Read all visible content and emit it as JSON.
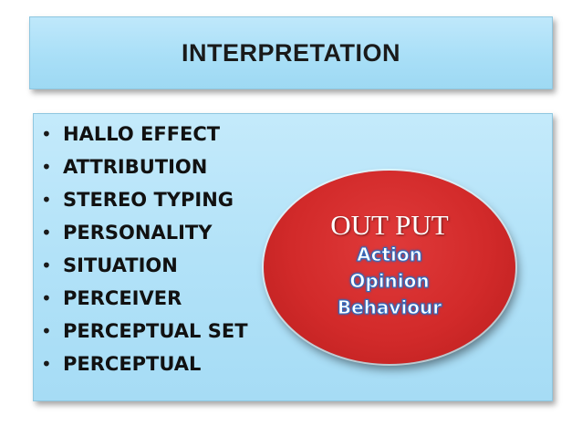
{
  "slide": {
    "title": "INTERPRETATION",
    "bullets": [
      "HALLO EFFECT",
      "ATTRIBUTION",
      "STEREO TYPING",
      "PERSONALITY",
      "SITUATION",
      "PERCEIVER",
      "PERCEPTUAL SET",
      "PERCEPTUAL"
    ],
    "bullet_glyph": "•",
    "output": {
      "heading": "OUT PUT",
      "lines": [
        "Action",
        "Opinion",
        "Behaviour"
      ]
    }
  },
  "colors": {
    "box_fill": "#b2e2f8",
    "oval_fill": "#d22a2a",
    "oval_text_outline": "#2e6fc4"
  }
}
